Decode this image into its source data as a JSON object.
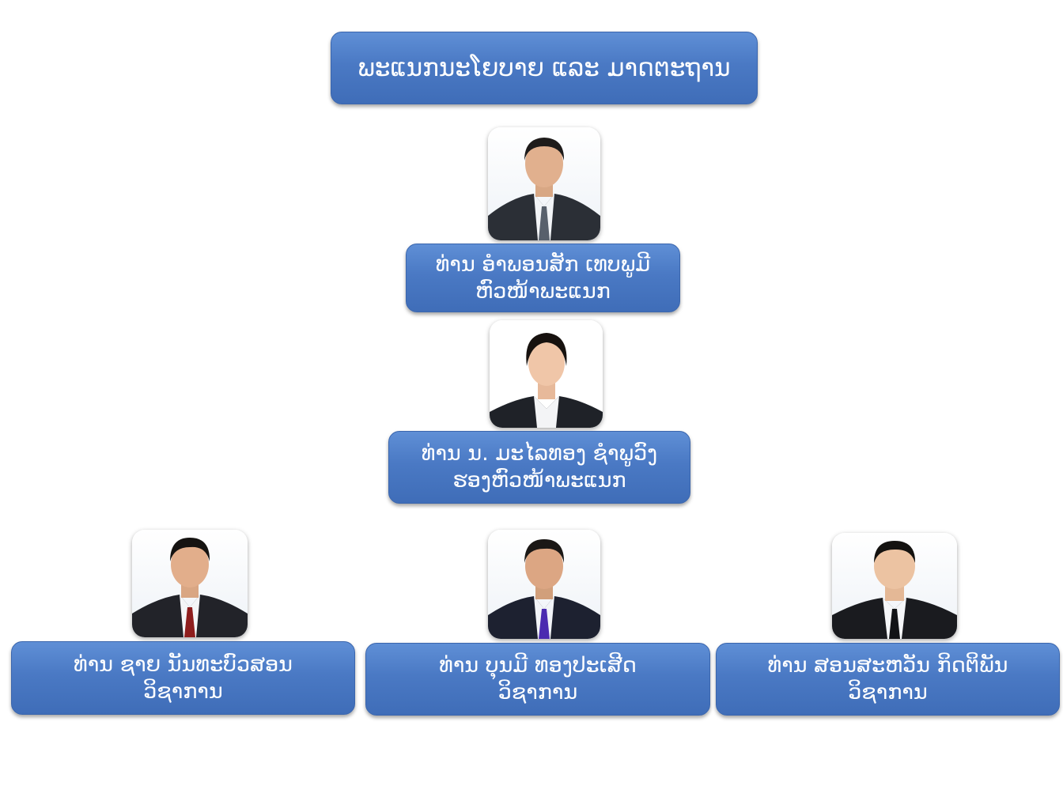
{
  "title": "ພະແນກນະໂຍບາຍ ແລະ ມາດຕະຖານ",
  "people": [
    {
      "id": "head",
      "name": "ທ່ານ ອຳພອນສັກ ເທບພູມີ",
      "role": "ຫົວໜ້າພະແນກ",
      "photo_icon": "male-portrait-icon"
    },
    {
      "id": "deputy",
      "name": "ທ່ານ ນ. ມະໄລທອງ ຊຳພູວົງ",
      "role": "ຮອງຫົວໜ້າພະແນກ",
      "photo_icon": "female-portrait-icon"
    },
    {
      "id": "staff1",
      "name": "ທ່ານ ຊາຍ ນັນທະບົວສອນ",
      "role": "ວິຊາການ",
      "photo_icon": "male-portrait-icon"
    },
    {
      "id": "staff2",
      "name": "ທ່ານ ບຸນມີ ທອງປະເສີດ",
      "role": "ວິຊາການ",
      "photo_icon": "male-portrait-icon"
    },
    {
      "id": "staff3",
      "name": "ທ່ານ ສອນສະຫວັນ ກິດຕິພັນ",
      "role": "ວິຊາການ",
      "photo_icon": "male-portrait-icon"
    }
  ],
  "colors": {
    "box_fill": "#4a79c4",
    "box_border": "#3b66ad",
    "text": "#ffffff",
    "background": "#ffffff"
  }
}
